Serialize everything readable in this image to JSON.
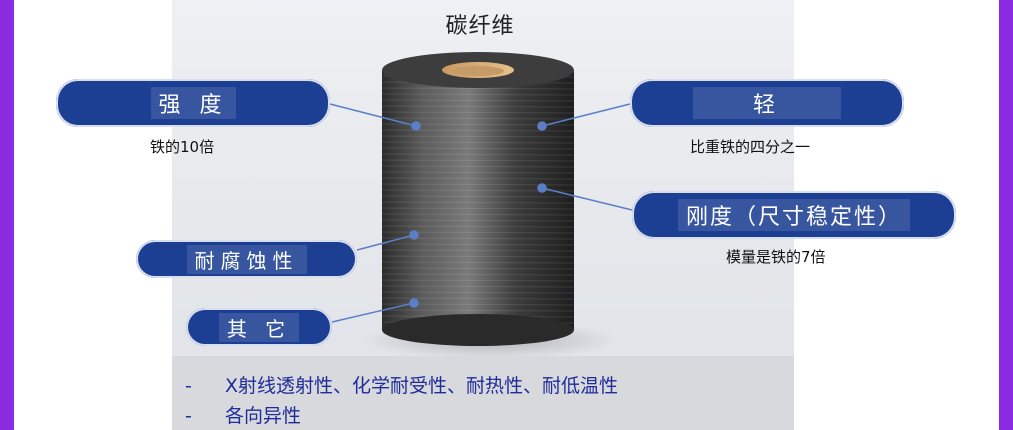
{
  "title": "碳纤维",
  "labels": {
    "strength": {
      "title": "强 度",
      "sub": "铁的10倍"
    },
    "light": {
      "title": "轻",
      "sub": "比重铁的四分之一"
    },
    "stiffness": {
      "title": "刚度（尺寸稳定性）",
      "sub": "模量是铁的7倍"
    },
    "corrosion": {
      "title": "耐腐蚀性"
    },
    "other": {
      "title": "其 它"
    }
  },
  "bullets": [
    {
      "dash": "-",
      "text": "X射线透射性、化学耐受性、耐热性、耐低温性"
    },
    {
      "dash": "-",
      "text": "各向异性"
    }
  ],
  "colors": {
    "pill": "#1d3f93",
    "frame": "#8a2be2",
    "bullet_text": "#1f2c9a"
  }
}
